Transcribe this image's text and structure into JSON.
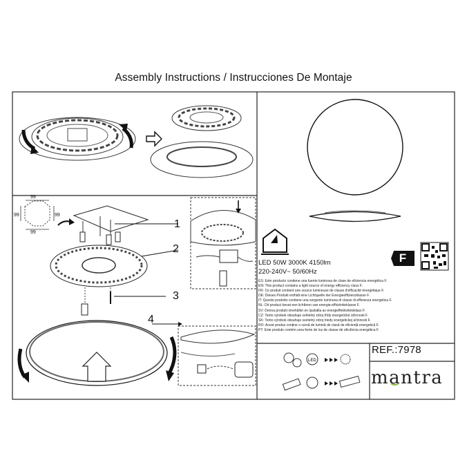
{
  "header": {
    "title": "Assembly Instructions / Instrucciones De Montaje"
  },
  "specs": {
    "line1": "LED 50W 3000K 4150lm",
    "line2": "220-240V~ 50/60Hz"
  },
  "energy_label": {
    "class": "F"
  },
  "legal_lines": [
    "ES: Este producto contiene una fuente luminosa de clase de eficiencia energética F.",
    "EN: This product contains a light source of energy efficiency class F.",
    "FR: Ce produit contient une source lumineuse de classe d'efficacité énergétique F.",
    "DE: Dieses Produkt enthält eine Lichtquelle der Energieeffizienzklasse F.",
    "IT: Questo prodotto contiene una sorgente luminosa di classe di efficienza energetica F.",
    "NL: Dit product bevat een lichtbron van energie-efficiëntieklasse F.",
    "SV: Denna produkt innehåller en ljuskälla av energieffektivitetsklass F.",
    "CZ: Tento výrobek obsahuje světelný zdroj třídy energetické účinnosti F.",
    "SK: Tento výrobok obsahuje svetelný zdroj triedy energetickej účinnosti F.",
    "RO: Acest produs conține o sursă de lumină de clasă de eficiență energetică F.",
    "PT: Este produto contém uma fonte de luz de classe de eficiência energética F."
  ],
  "reference": {
    "label": "REF.:7978"
  },
  "brand": {
    "part1": "m",
    "part2": "a",
    "part3": "ntra"
  },
  "steps": {
    "s1": "1",
    "s2": "2",
    "s3": "3",
    "s4": "4"
  },
  "dimensions": {
    "top": "99",
    "bottom": "99",
    "left": "99",
    "right": "99"
  },
  "icons": [
    "rotate-left-icon",
    "rotate-right-icon",
    "arrow-right-icon",
    "arrow-up-icon",
    "house-indoor-icon",
    "qr-code-icon",
    "led-icon",
    "screwdriver-icon",
    "connector-icon",
    "drill-icon"
  ]
}
